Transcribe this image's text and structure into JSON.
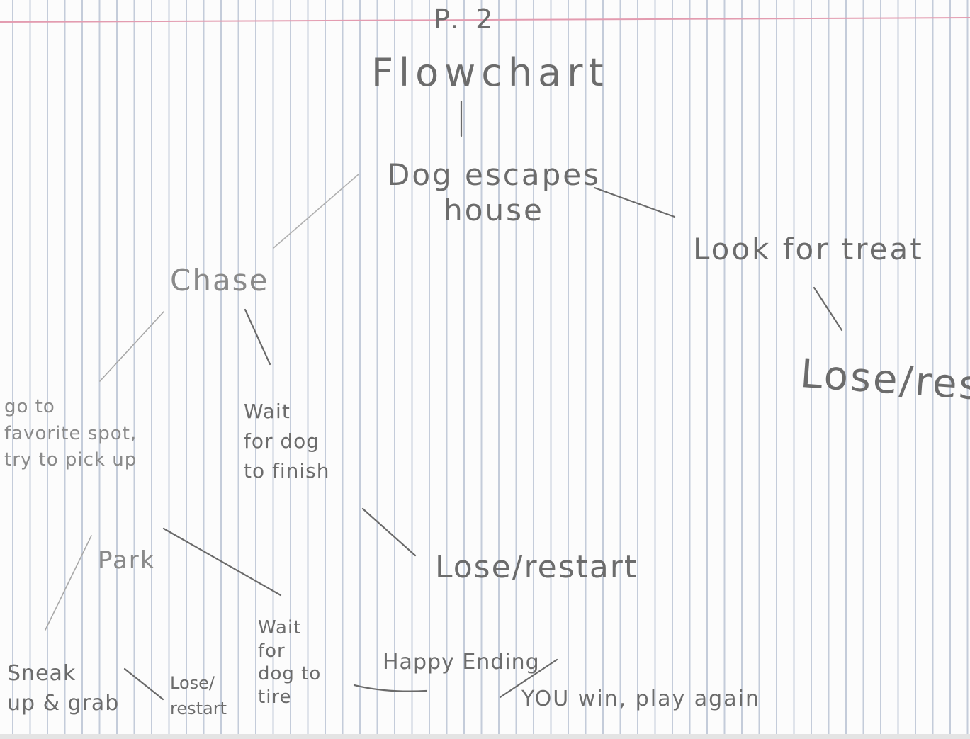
{
  "page_label": "P. 2",
  "title": "Flowchart",
  "nodes": {
    "start": "Dog escapes\nhouse",
    "chase": "Chase",
    "look_for_treat": "Look for treat",
    "lose_restart_right": "Lose/rest",
    "go_to_spot": "go to\nfavorite spot,\ntry to pick up",
    "wait_finish": "Wait\nfor dog\nto finish",
    "lose_restart_middle": "Lose/restart",
    "park": "Park",
    "sneak": "Sneak\nup & grab",
    "lose_restart_bottom": "Lose/\nrestart",
    "wait_tire": "Wait\nfor\ndog to\ntire",
    "happy_ending": "Happy Ending",
    "you_win": "YOU win, play again"
  },
  "colors": {
    "ink": "#6c6c6c",
    "rule_lines": "#96a5be",
    "margin_line": "#e39cb0"
  }
}
